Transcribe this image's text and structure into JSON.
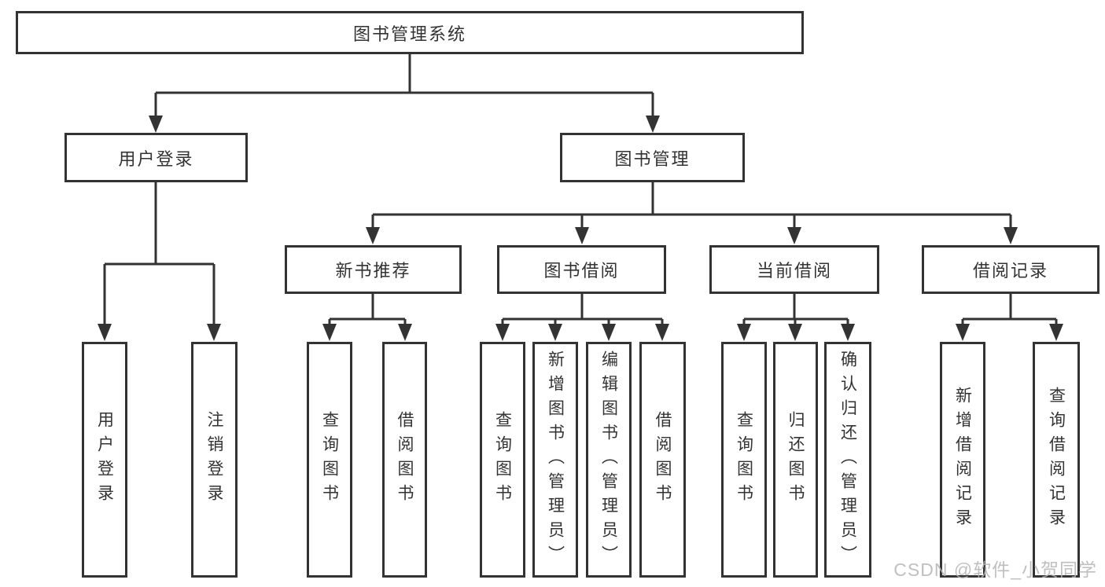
{
  "diagram": {
    "root": {
      "label": "图书管理系统"
    },
    "branches": [
      {
        "label": "用户登录",
        "children": [
          {
            "label": "用户登录"
          },
          {
            "label": "注销登录"
          }
        ]
      },
      {
        "label": "图书管理",
        "children": [
          {
            "label": "新书推荐",
            "children": [
              {
                "label": "查询图书"
              },
              {
                "label": "借阅图书"
              }
            ]
          },
          {
            "label": "图书借阅",
            "children": [
              {
                "label": "查询图书"
              },
              {
                "label": "新增图书（管理员）"
              },
              {
                "label": "编辑图书（管理员）"
              },
              {
                "label": "借阅图书"
              }
            ]
          },
          {
            "label": "当前借阅",
            "children": [
              {
                "label": "查询图书"
              },
              {
                "label": "归还图书"
              },
              {
                "label": "确认归还（管理员）"
              }
            ]
          },
          {
            "label": "借阅记录",
            "children": [
              {
                "label": "新增借阅记录"
              },
              {
                "label": "查询借阅记录"
              }
            ]
          }
        ]
      }
    ]
  },
  "watermark": {
    "text": "CSDN @软件_小贺同学"
  },
  "colors": {
    "line": "#333333",
    "border": "#333333",
    "text": "#333333",
    "watermark": "#b5b5b5",
    "background": "#ffffff"
  }
}
